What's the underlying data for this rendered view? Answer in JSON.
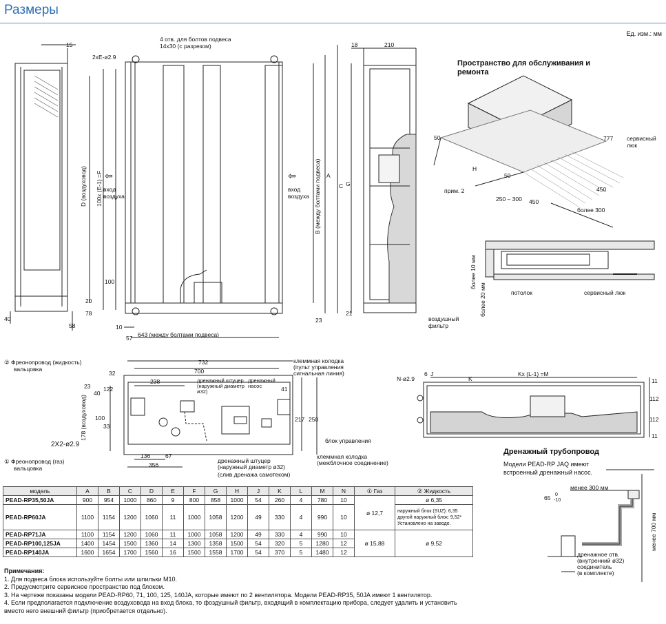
{
  "title": "Размеры",
  "units": "Ед. изм.: мм",
  "front": {
    "bolt_holes": "4 отв. для болтов подвеса",
    "bolt_slot": "14x30 (с разрезом)",
    "xe": "2xE-ø2.9",
    "d_label": "D (воздуховод)",
    "f_label": "100x (E-1) =F",
    "inlet": "вход воздуха",
    "inlet2": "вход воздуха",
    "b_label": "B (между болтами подвеса)",
    "a": "A",
    "c": "C",
    "bolt_span": "643 (между болтами подвеса)",
    "d15": "15",
    "d40": "40",
    "d58": "58",
    "d10": "10",
    "d57": "57",
    "d78": "78",
    "d20": "20",
    "d100": "100",
    "d23": "23"
  },
  "side": {
    "d18": "18",
    "d210": "210",
    "g": "G",
    "d21": "21",
    "filter": "воздушный фильтр"
  },
  "service": {
    "title": "Пространство для обслуживания и ремонта",
    "hatch": "сервисный люк",
    "note2": "прим. 2",
    "d777": "777",
    "d50a": "50",
    "d50b": "50",
    "d450a": "450",
    "d450b": "450",
    "h": "H",
    "d250": "250 – 300",
    "more300": "более 300",
    "ceiling": "потолок",
    "hatch2": "сервисный люк",
    "more10": "более 10 мм",
    "more20": "более 20 мм"
  },
  "plan": {
    "liquid": "② Фреонопровод (жидкость)",
    "liquid2": "вальцовка",
    "gas": "① Фреонопровод (газ)",
    "gas2": "вальцовка",
    "x2": "2X2-ø2.9",
    "term1": "клеммная колодка",
    "term1b": "(пульт управления",
    "term1c": "сигнальная линия)",
    "drain_fit": "дренажный штуцер",
    "drain_fit2": "(наружный диаметр",
    "drain_fit3": "ø32)",
    "pump": "дренажный",
    "pump2": "насос",
    "ctrl": "блок управления",
    "term2": "клеммная колодка",
    "term2b": "(межблочное соединение)",
    "drain2": "дренажный штуцер",
    "drain2b": "(наружный диаметр ø32)",
    "drain2c": "(слив дренажа самотеком)",
    "d732": "732",
    "d700": "700",
    "d238": "238",
    "d32": "32",
    "d136": "136",
    "d67": "67",
    "d356": "356",
    "d23": "23",
    "d40": "40",
    "d122": "122",
    "d100": "100",
    "d33": "33",
    "d178": "178 (воздуховод)",
    "d217": "217",
    "d250": "250",
    "d41": "41"
  },
  "rear": {
    "n": "N-ø2.9",
    "j": "J",
    "k": "K",
    "m": "Kx (L-1) =M",
    "d6": "6",
    "d11a": "11",
    "d112a": "112",
    "d112b": "112",
    "d11b": "11"
  },
  "drain": {
    "title": "Дренажный трубопровод",
    "desc1": "Модели PEAD-RP JAQ имеют",
    "desc2": "встроенный дренажный насос.",
    "less300": "менее 300 мм",
    "less700": "менее 700 мм",
    "d65": "65",
    "d0": "0",
    "d10": "-10",
    "hole": "дренажное отв.",
    "hole2": "(внутренний ø32)",
    "hole3": "соединитель",
    "hole4": "(в комплекте)"
  },
  "table": {
    "headers": [
      "модель",
      "A",
      "B",
      "C",
      "D",
      "E",
      "F",
      "G",
      "H",
      "J",
      "K",
      "L",
      "M",
      "N",
      "① Газ",
      "② Жидкость"
    ],
    "rows": [
      {
        "model": "PEAD-RP35,50JA",
        "v": [
          "900",
          "954",
          "1000",
          "860",
          "9",
          "800",
          "858",
          "1000",
          "54",
          "260",
          "4",
          "780",
          "10"
        ]
      },
      {
        "model": "PEAD-RP60JA",
        "v": [
          "1100",
          "1154",
          "1200",
          "1060",
          "11",
          "1000",
          "1058",
          "1200",
          "49",
          "330",
          "4",
          "990",
          "10"
        ]
      },
      {
        "model": "PEAD-RP71JA",
        "v": [
          "1100",
          "1154",
          "1200",
          "1060",
          "11",
          "1000",
          "1058",
          "1200",
          "49",
          "330",
          "4",
          "990",
          "10"
        ]
      },
      {
        "model": "PEAD-RP100,125JA",
        "v": [
          "1400",
          "1454",
          "1500",
          "1360",
          "14",
          "1300",
          "1358",
          "1500",
          "54",
          "320",
          "5",
          "1280",
          "12"
        ]
      },
      {
        "model": "PEAD-RP140JA",
        "v": [
          "1600",
          "1654",
          "1700",
          "1560",
          "16",
          "1500",
          "1558",
          "1700",
          "54",
          "370",
          "5",
          "1480",
          "12"
        ]
      }
    ],
    "gas1": "ø 12,7",
    "gas2": "ø 15,88",
    "liq1a": "ø 6,35",
    "liq1b": "наружный блок (SUZ): 6,35",
    "liq1c": "другой наружный блок: 9,52*",
    "liq1d": "Установлено на заводе.",
    "liq2": "ø 9,52"
  },
  "notes": {
    "heading": "Примечания:",
    "n1": "1. Для подвеса блока используйте болты или шпильки M10.",
    "n2": "2. Предусмотрите сервисное пространство под блоком.",
    "n3": "3. На чертеже показаны модели PEAD-RP60, 71, 100, 125, 140JA, которые имеют по 2 вентилятора. Модели PEAD-RP35, 50JA имеют 1 вентилятор.",
    "n4": "4. Если предполагается подключение воздуховода на вход блока, то фоздушный фильтр, входящий в комплектацию прибора, следует удалить и установить",
    "n4b": "вместо него внешний фильтр (приобретается отдельно)."
  }
}
